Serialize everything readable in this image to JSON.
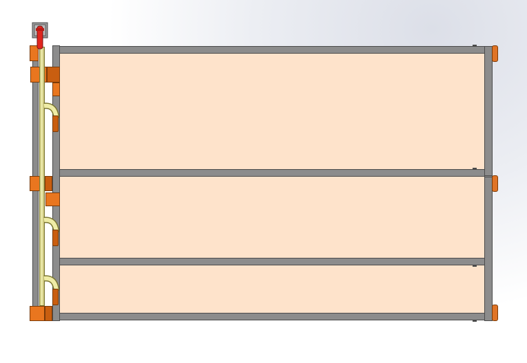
{
  "colors": {
    "panel_fill": "#fee3cb",
    "frame": "#8c8c8c",
    "frame_edge": "#4a4a4a",
    "bracket": "#e9761f",
    "pipe": "#efeca6",
    "valve": "#e0261e"
  },
  "assembly": {
    "panels": [
      {
        "id": "panel-top"
      },
      {
        "id": "panel-middle"
      },
      {
        "id": "panel-bottom"
      }
    ],
    "icons": [
      "valve-icon",
      "elbow-fitting-icon"
    ]
  }
}
